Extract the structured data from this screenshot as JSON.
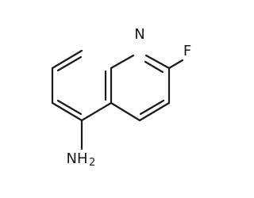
{
  "molecule": {
    "atoms": {
      "nitrogen": "N",
      "fluorine": "F",
      "amine_main": "NH",
      "amine_subscript": "2"
    },
    "colors": {
      "ink": "#1a1a1a",
      "background": "#ffffff"
    }
  }
}
